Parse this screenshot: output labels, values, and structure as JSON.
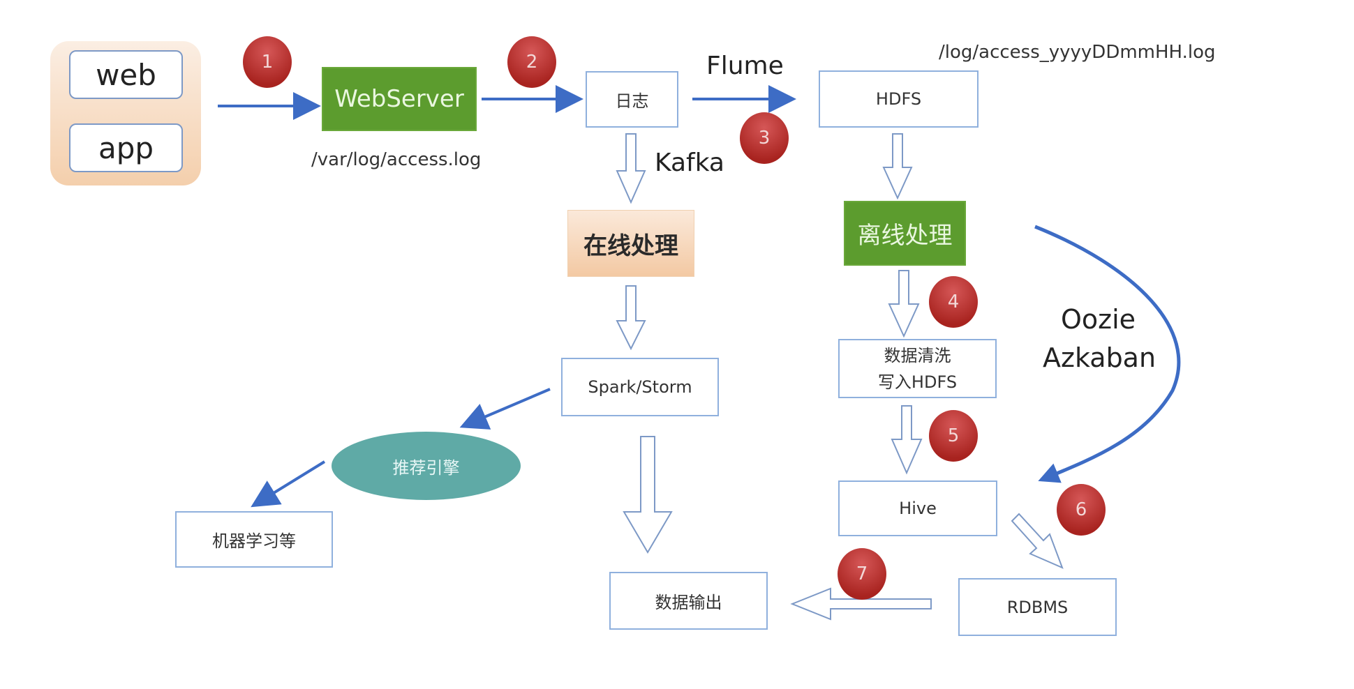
{
  "clients": {
    "web": "web",
    "app": "app"
  },
  "nodes": {
    "webserver": "WebServer",
    "log": "日志",
    "hdfs": "HDFS",
    "online": "在线处理",
    "offline": "离线处理",
    "spark": "Spark/Storm",
    "recommend": "推荐引擎",
    "ml": "机器学习等",
    "clean_line1": "数据清洗",
    "clean_line2": "写入HDFS",
    "hive": "Hive",
    "rdbms": "RDBMS",
    "output": "数据输出"
  },
  "labels": {
    "access_log": "/var/log/access.log",
    "hdfs_log": "/log/access_yyyyDDmmHH.log",
    "flume": "Flume",
    "kafka": "Kafka",
    "scheduler_line1": "Oozie",
    "scheduler_line2": "Azkaban"
  },
  "steps": [
    "1",
    "2",
    "3",
    "4",
    "5",
    "6",
    "7"
  ],
  "colors": {
    "arrow": "#3d6cc5",
    "hollow_arrow": "#7d99c6",
    "badge": "#b02a25",
    "green": "#5c9c2e",
    "teal": "#5faaa6"
  }
}
